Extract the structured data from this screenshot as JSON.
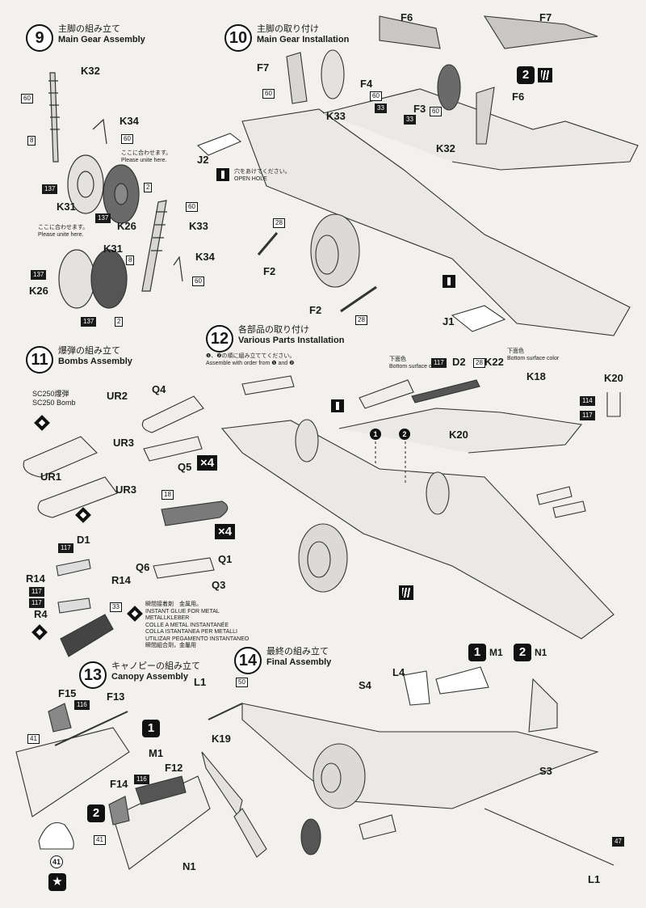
{
  "steps": {
    "s9": {
      "num": "9",
      "jp": "主脚の組み立て",
      "en": "Main Gear Assembly"
    },
    "s10": {
      "num": "10",
      "jp": "主脚の取り付け",
      "en": "Main Gear Installation"
    },
    "s11": {
      "num": "11",
      "jp": "爆弾の組み立て",
      "en": "Bombs Assembly"
    },
    "s12": {
      "num": "12",
      "jp": "各部品の取り付け",
      "en": "Various Parts Installation"
    },
    "s13": {
      "num": "13",
      "jp": "キャノピーの組み立て",
      "en": "Canopy Assembly"
    },
    "s14": {
      "num": "14",
      "jp": "最終の組み立て",
      "en": "Final Assembly"
    }
  },
  "notes": {
    "unite_jp": "ここに合わせます。",
    "unite_en": "Please unite here.",
    "open_hole_jp": "穴をあけてください。",
    "open_hole_en": "OPEN HOLE",
    "order_jp": "❶、❷の順に組み立ててください。",
    "order_en": "Assemble with order from ❶ and ❷",
    "bottom_jp": "下面色",
    "bottom_en": "Bottom surface color",
    "bomb_jp": "SC250爆弾",
    "bomb_en": "SC250 Bomb",
    "glue": [
      "瞬間接着剤　金属用。",
      "INSTANT GLUE FOR METAL",
      "METALLKLEBER",
      "COLLE A METAL INSTANTANÉE",
      "COLLA ISTANTANEA PER METALLI",
      "UTILIZAR PEGAMENTO INSTANTANEO",
      "瞬間組合劑，金屬用"
    ]
  },
  "parts": {
    "K32": "K32",
    "K34": "K34",
    "K31": "K31",
    "K26": "K26",
    "K33": "K33",
    "F7": "F7",
    "F6": "F6",
    "F4": "F4",
    "F3": "F3",
    "J2": "J2",
    "J1": "J1",
    "F2": "F2",
    "UR2": "UR2",
    "UR3": "UR3",
    "UR1": "UR1",
    "Q4": "Q4",
    "Q5": "Q5",
    "Q6": "Q6",
    "Q1": "Q1",
    "Q3": "Q3",
    "D1": "D1",
    "R14": "R14",
    "R4": "R4",
    "D2": "D2",
    "K22": "K22",
    "K18": "K18",
    "K20": "K20",
    "L1": "L1",
    "S4": "S4",
    "L4": "L4",
    "M1": "M1",
    "N1": "N1",
    "K19": "K19",
    "S3": "S3",
    "F15": "F15",
    "F13": "F13",
    "F14": "F14",
    "F12": "F12"
  },
  "colors": {
    "c60": "60",
    "c8": "8",
    "c137": "137",
    "c2": "2",
    "c33": "33",
    "c28": "28",
    "c117": "117",
    "c114": "114",
    "c18": "18",
    "c116": "116",
    "c41": "41",
    "c50": "50",
    "c47": "47"
  },
  "multipliers": {
    "x4": "×4"
  },
  "indicators": {
    "one": "1",
    "two": "2"
  },
  "palette": {
    "ink": "#1a1a1a",
    "paper": "#f3f1ee",
    "tag": "#1a1a1a"
  }
}
